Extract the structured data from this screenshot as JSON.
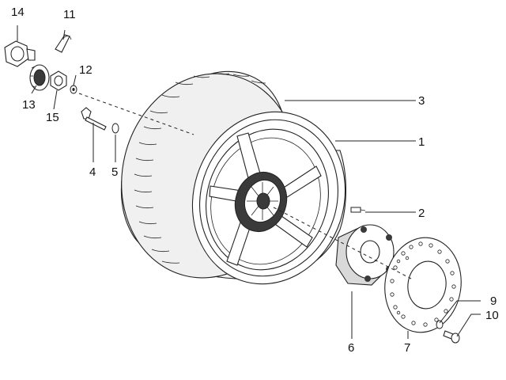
{
  "callouts": [
    {
      "id": "c1",
      "label": "1"
    },
    {
      "id": "c2",
      "label": "2"
    },
    {
      "id": "c3",
      "label": "3"
    },
    {
      "id": "c4",
      "label": "4"
    },
    {
      "id": "c5",
      "label": "5"
    },
    {
      "id": "c6",
      "label": "6"
    },
    {
      "id": "c7",
      "label": "7"
    },
    {
      "id": "c9",
      "label": "9"
    },
    {
      "id": "c10",
      "label": "10"
    },
    {
      "id": "c11",
      "label": "11"
    },
    {
      "id": "c12",
      "label": "12"
    },
    {
      "id": "c13",
      "label": "13"
    },
    {
      "id": "c14",
      "label": "14"
    },
    {
      "id": "c15",
      "label": "15"
    }
  ],
  "colors": {
    "line": "#222222",
    "tire_fill": "#f4f4f4",
    "rim_fill": "#ffffff",
    "hub_dark": "#3a3a3a",
    "background": "#ffffff"
  }
}
